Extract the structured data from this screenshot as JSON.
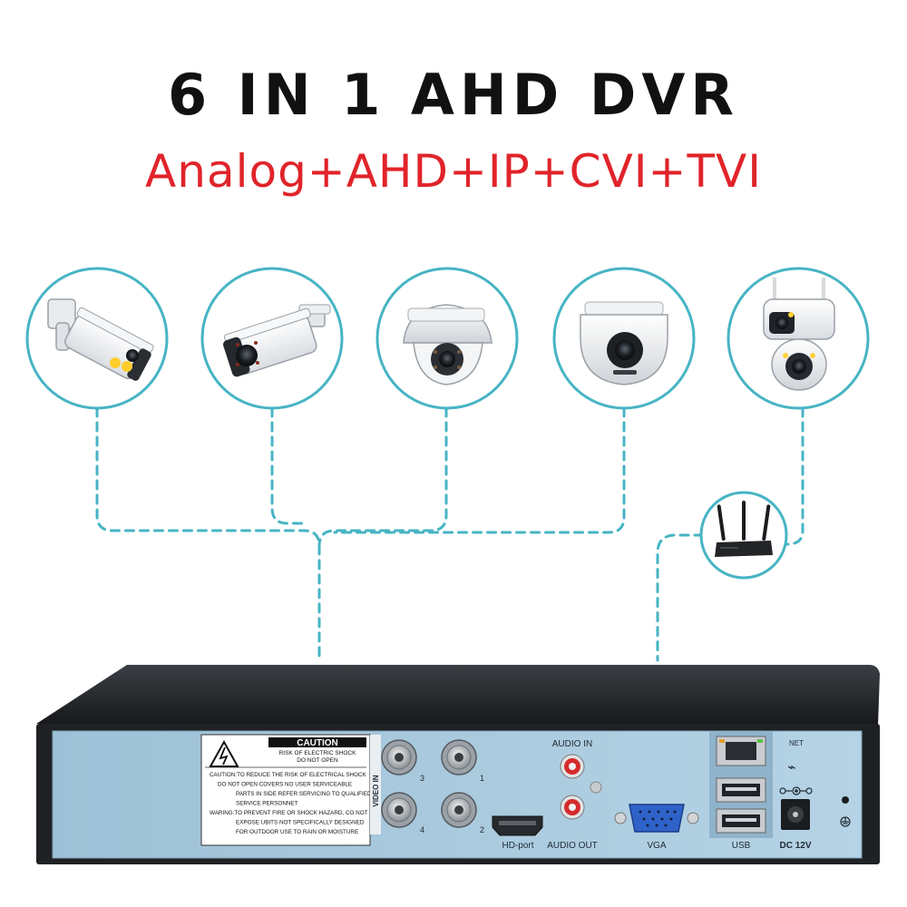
{
  "header": {
    "title": "6 IN 1 AHD DVR",
    "subtitle": "Analog+AHD+IP+CVI+TVI"
  },
  "colors": {
    "accent": "#47b4c4",
    "title": "#111111",
    "subtitle": "#e0242a",
    "panel": "#a9cbe0"
  },
  "devices": [
    {
      "name": "bullet-camera-white"
    },
    {
      "name": "bullet-camera-ir"
    },
    {
      "name": "dome-camera-white"
    },
    {
      "name": "dome-camera-ir"
    },
    {
      "name": "dual-lens-wifi-ptz-camera"
    },
    {
      "name": "wifi-router"
    }
  ],
  "dvr": {
    "caution": {
      "heading": "CAUTION",
      "sub1": "RISK OF ELECTRIC SHOCK",
      "sub2": "DO NOT OPEN",
      "lines": [
        "CAUTION:TO REDUCE THE RISK OF ELECTRICAL SHOCK",
        "DO NOT OPEN COVERS NO USER SERVICEABLE",
        "PARTS IN SIDE REFER SERVICING TO QUALIFIED",
        "SERVICE PERSONNET",
        "WARING:TO PREVENT FIRE OR SHOCK HAZARD, CO NOT",
        "EXPOSE UBITS NOT SPECIFICALLY DESIGNED",
        "FOR OUTDOOR USE TO RAIN OR MOISTURE"
      ]
    },
    "video_in_label": "VIDEO IN",
    "channels": [
      "3",
      "1",
      "4",
      "2"
    ],
    "audio_in": "AUDIO IN",
    "audio_out": "AUDIO OUT",
    "hd_port": "HD-port",
    "vga": "VGA",
    "usb": "USB",
    "net": "NET",
    "dc": "DC 12V"
  }
}
